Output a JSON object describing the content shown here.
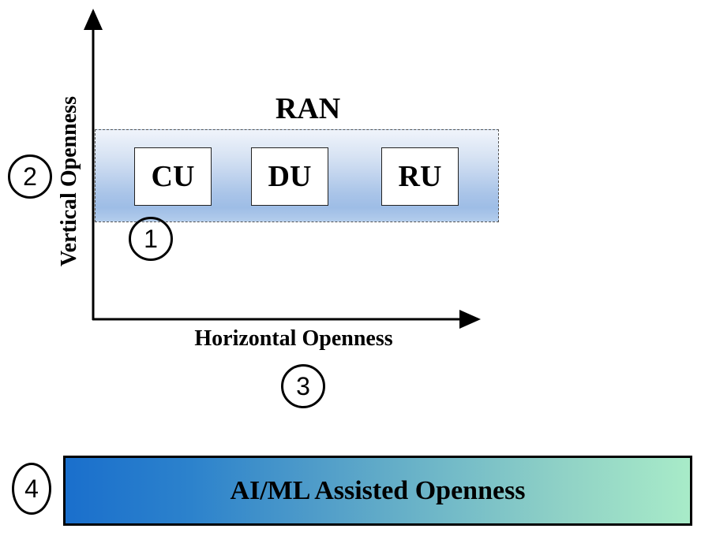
{
  "diagram": {
    "ran": {
      "title": "RAN",
      "units": [
        {
          "label": "CU"
        },
        {
          "label": "DU"
        },
        {
          "label": "RU"
        }
      ]
    },
    "axes": {
      "y_label": "Vertical Openness",
      "x_label": "Horizontal Openness"
    },
    "markers": [
      "1",
      "2",
      "3",
      "4"
    ],
    "ai_bar": {
      "label": "AI/ML Assisted Openness",
      "gradient_start": "#1a6fcc",
      "gradient_end": "#a8ebc8"
    },
    "colors": {
      "ran_fill_top": "#f0f4fb",
      "ran_fill_bottom": "#9ebde6",
      "axis": "#000000"
    }
  }
}
